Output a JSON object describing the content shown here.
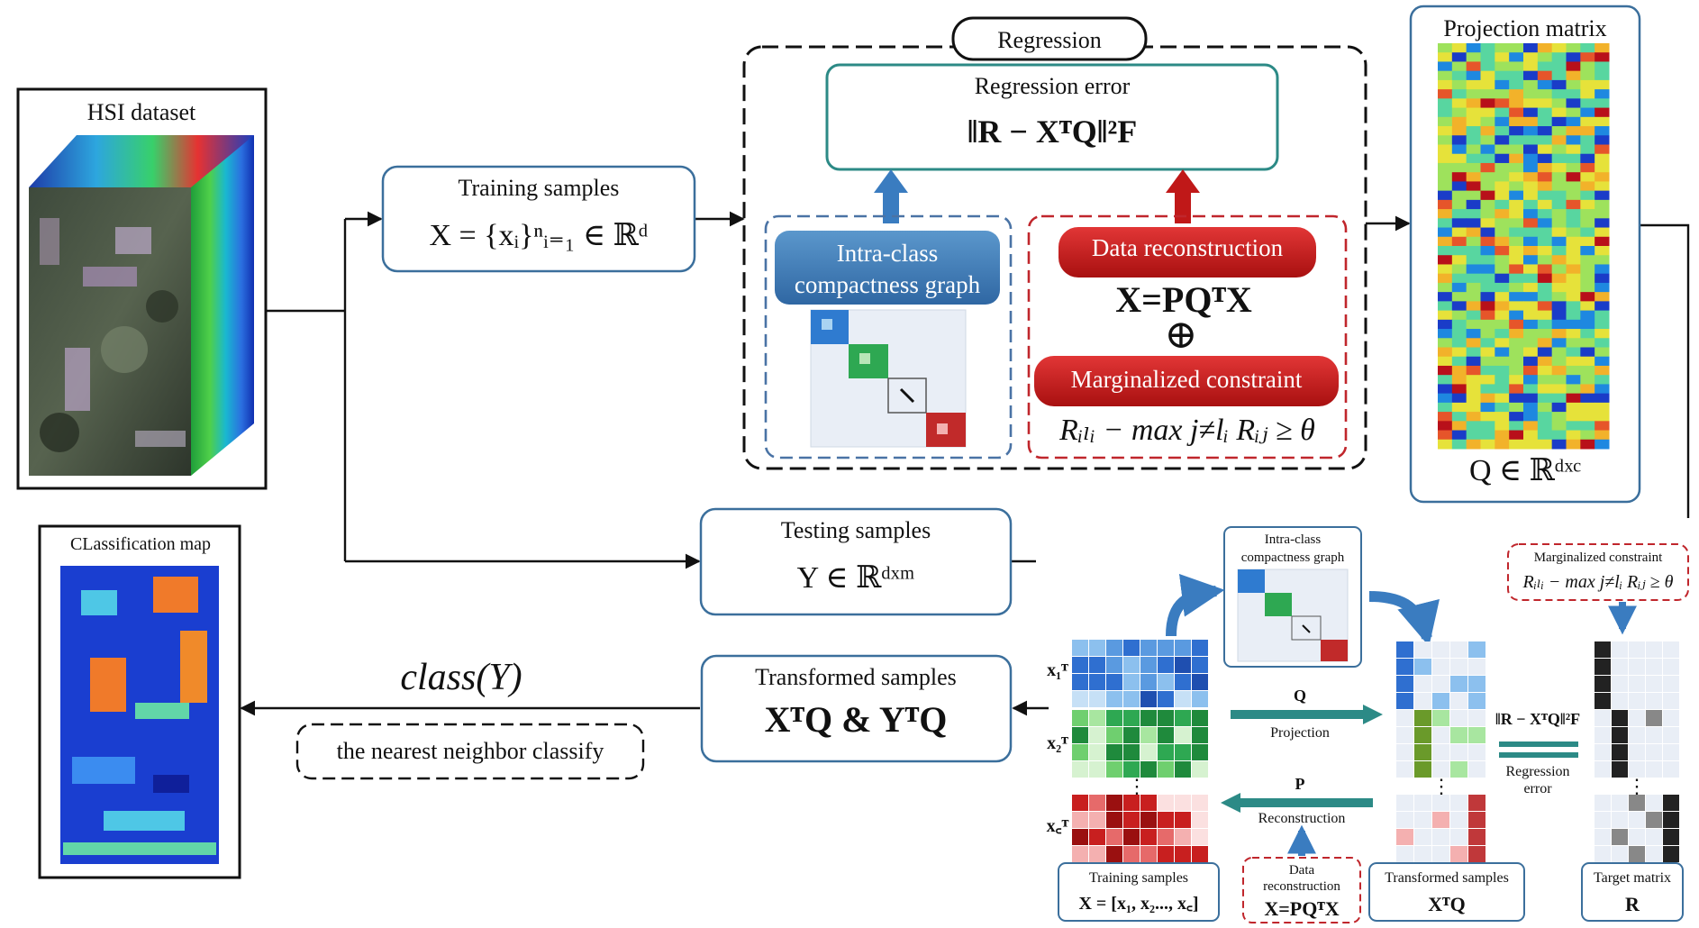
{
  "hsi": {
    "title": "HSI dataset"
  },
  "classification": {
    "title": "CLassification map"
  },
  "training": {
    "title": "Training samples",
    "formula": "X = {xᵢ}ⁿᵢ₌₁ ∈ ℝᵈ"
  },
  "testing": {
    "title": "Testing samples",
    "formula": "Y ∈ ℝᵈˣᵐ"
  },
  "transformed": {
    "title": "Transformed samples",
    "formula": "XᵀQ & YᵀQ"
  },
  "classify": {
    "formula": "class(Y)",
    "method": "the nearest neighbor classify"
  },
  "regression": {
    "header": "Regression",
    "error_title": "Regression error",
    "error_formula": "‖R − XᵀQ‖²F",
    "intra_line1": "Intra-class",
    "intra_line2": "compactness graph",
    "data_recon": "Data reconstruction",
    "recon_formula": "X=PQᵀX",
    "oplus": "⊕",
    "marginal": "Marginalized constraint",
    "marginal_formula": "Rᵢₗᵢ − max j≠lᵢ Rᵢⱼ ≥ θ"
  },
  "projection": {
    "title": "Projection matrix",
    "formula": "Q ∈ ℝᵈˣᶜ"
  },
  "detail": {
    "intra_line1": "Intra-class",
    "intra_line2": "compactness graph",
    "marginal_title": "Marginalized constraint",
    "marginal_formula": "Rᵢₗᵢ − max j≠lᵢ Rᵢⱼ ≥ θ",
    "row_x1": "x₁ᵀ",
    "row_x2": "x₂ᵀ",
    "row_xc": "x꜀ᵀ",
    "ellipsis": "⋮",
    "q_label": "Q",
    "projection_label": "Projection",
    "p_label": "P",
    "reconstruction_label": "Reconstruction",
    "error_formula": "‖R − XᵀQ‖²F",
    "regression_line1": "Regression",
    "regression_line2": "error",
    "data_recon_line1": "Data",
    "data_recon_line2": "reconstruction",
    "data_recon_formula": "X=PQᵀX",
    "training_caption": "Training samples",
    "training_formula": "X = [x₁, x₂..., x꜀]",
    "transformed_caption": "Transformed samples",
    "transformed_formula": "XᵀQ",
    "target_caption": "Target matrix",
    "target_formula": "R"
  },
  "colors": {
    "box_stroke": "#3b6f9c",
    "teal": "#2c8a86",
    "blue_pill": "#3a77b4",
    "red_pill": "#c81f1f",
    "dashed_blue": "#4a73a5",
    "dashed_red": "#c0262c",
    "arrow_blue": "#3a7cc0",
    "arrow_red": "#c01818"
  }
}
